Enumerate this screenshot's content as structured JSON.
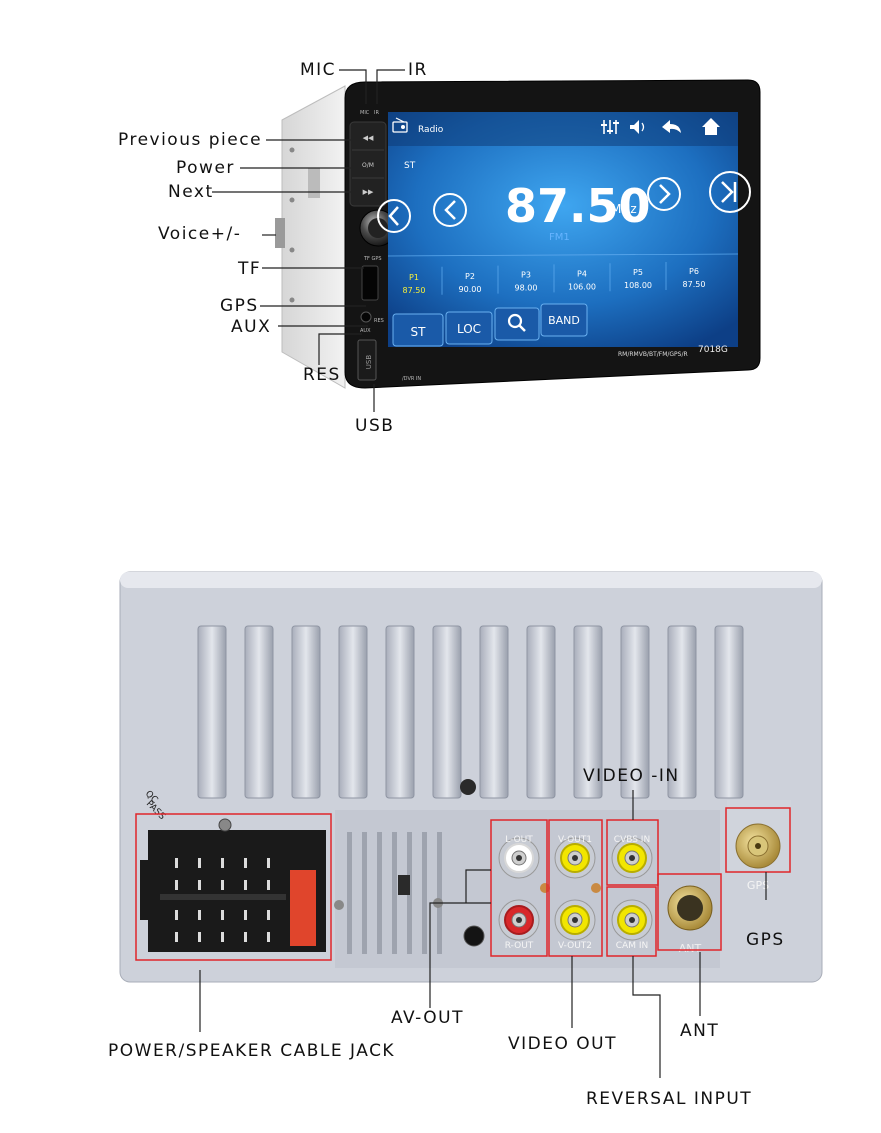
{
  "front": {
    "callouts": {
      "mic": "MIC",
      "ir": "IR",
      "previous": "Previous piece",
      "power": "Power",
      "next": "Next",
      "voice": "Voice+/-",
      "tf": "TF",
      "gps": "GPS",
      "aux": "AUX",
      "res": "RES",
      "usb": "USB"
    },
    "bezel": {
      "mic_small": "MIC",
      "ir_small": "IR",
      "power_small": "O/M",
      "tf_small": "TF GPS",
      "res_small": "RES",
      "aux_small": "AUX",
      "usb_small": "USB",
      "dvr": "/DVR IN",
      "model_line": "RM/RMVB/BT/FM/GPS/R",
      "model": "7018G"
    },
    "screen": {
      "source": "Radio",
      "stereo": "ST",
      "frequency": "87.50",
      "unit": "MHz",
      "band_name": "FM1",
      "presets": [
        {
          "name": "P1",
          "freq": "87.50"
        },
        {
          "name": "P2",
          "freq": "90.00"
        },
        {
          "name": "P3",
          "freq": "98.00"
        },
        {
          "name": "P4",
          "freq": "106.00"
        },
        {
          "name": "P5",
          "freq": "108.00"
        },
        {
          "name": "P6",
          "freq": "87.50"
        }
      ],
      "buttons": {
        "st": "ST",
        "loc": "LOC",
        "band": "BAND"
      }
    },
    "colors": {
      "screen_bg": "#1d6fc0",
      "active_preset": "#f6f03a"
    }
  },
  "rear": {
    "callouts": {
      "video_in": "VIDEO -IN",
      "gps": "GPS",
      "av_out": "AV-OUT",
      "video_out": "VIDEO OUT",
      "ant": "ANT",
      "power_speaker": "POWER/SPEAKER CABLE JACK",
      "reversal": "REVERSAL INPUT"
    },
    "panel": {
      "qc": "QC",
      "pass": "PASS",
      "l_out": "L-OUT",
      "r_out": "R-OUT",
      "v_out1": "V-OUT1",
      "v_out2": "V-OUT2",
      "cvbs_in": "CVBS IN",
      "cam_in": "CAM IN",
      "gps_port": "GPS",
      "ant_port": "ANT"
    },
    "colors": {
      "highlight": "#e0262a",
      "rca_yellow": "#f2e600",
      "rca_red": "#d8282a"
    }
  }
}
